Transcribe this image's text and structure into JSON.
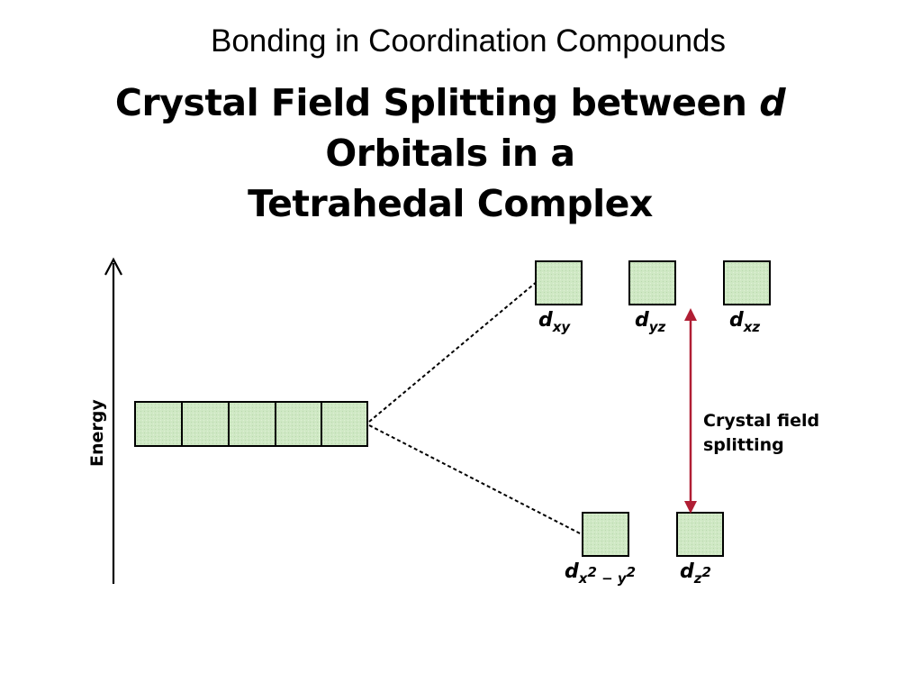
{
  "slide_title": "Bonding in Coordination Compounds",
  "heading": {
    "line1": "Crystal Field Splitting between",
    "line1_italic": "d",
    "line2": "Orbitals in a",
    "line3": "Tetrahedal Complex"
  },
  "axis": {
    "label": "Energy"
  },
  "orbitals": {
    "upper": [
      {
        "letter": "d",
        "sub": "xy"
      },
      {
        "letter": "d",
        "sub": "yz"
      },
      {
        "letter": "d",
        "sub": "xz"
      }
    ],
    "lower": [
      {
        "letter": "d",
        "sub_a": "x",
        "sup_a": "2",
        "sub_mid": " − ",
        "sub_b": "y",
        "sup_b": "2"
      },
      {
        "letter": "d",
        "sub": "z",
        "sup": "2"
      }
    ]
  },
  "splitting": {
    "line1": "Crystal field",
    "line2": "splitting"
  },
  "colors": {
    "orbital_fill": "#cfe8c4",
    "arrow_red": "#b01e34"
  }
}
